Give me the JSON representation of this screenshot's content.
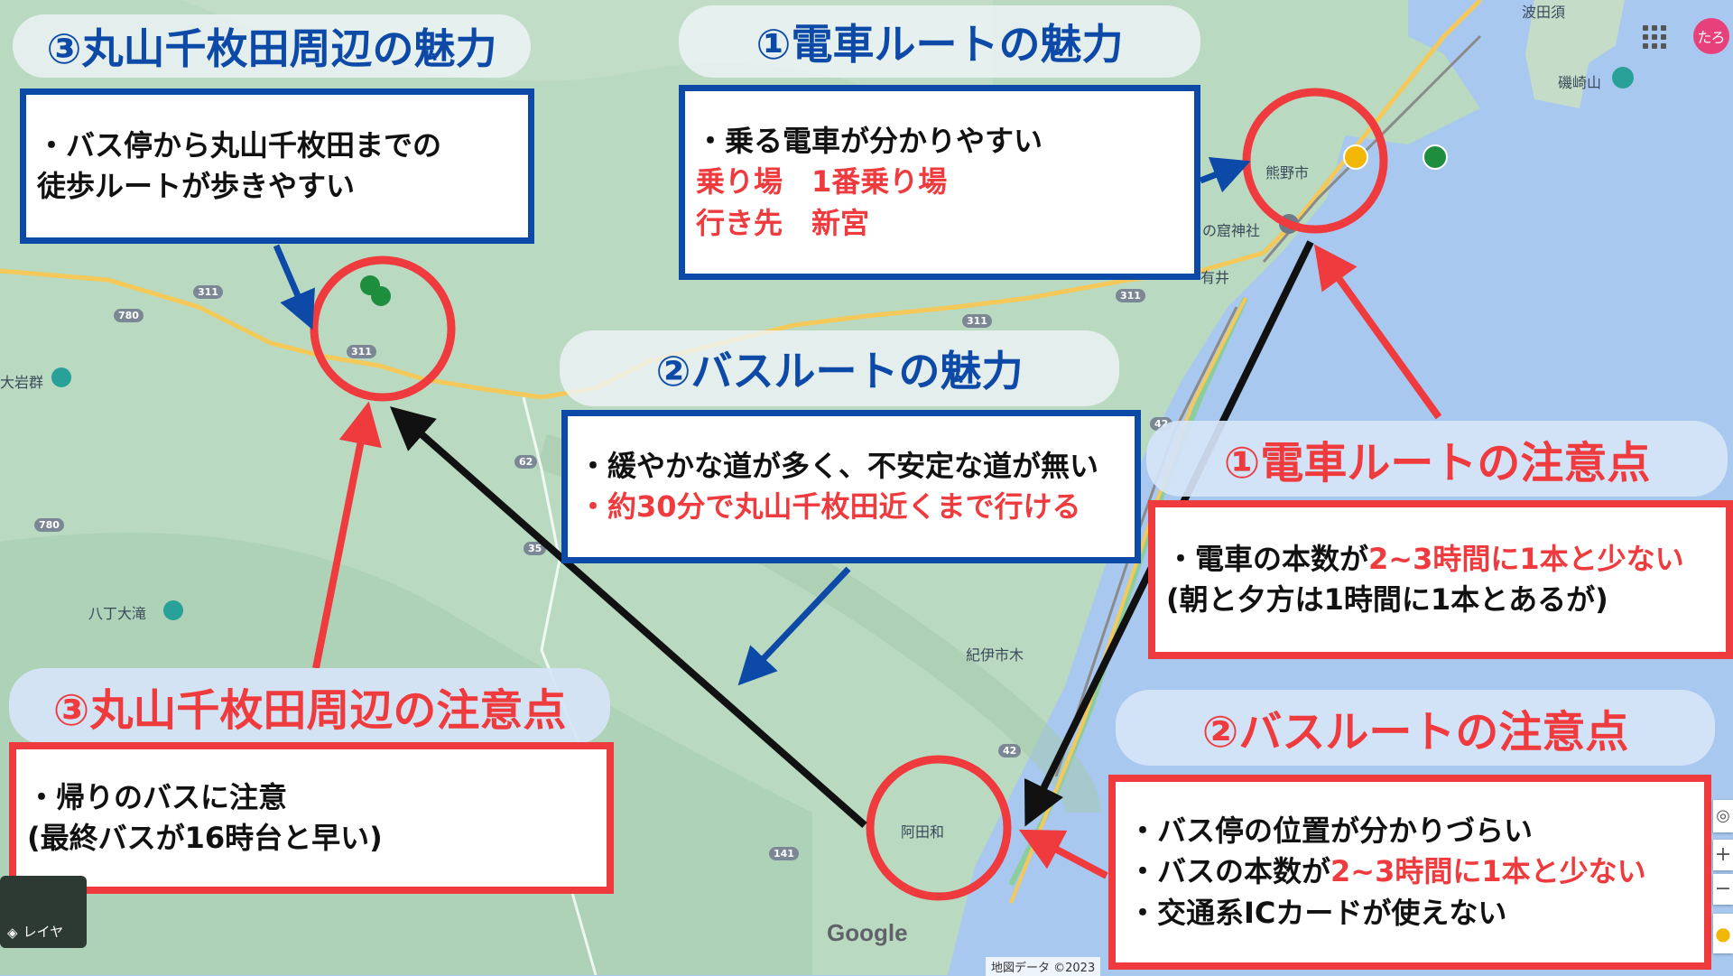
{
  "headers": {
    "h1_charm": "①電車ルートの魅力",
    "h2_charm": "②バスルートの魅力",
    "h3_charm": "③丸山千枚田周辺の魅力",
    "h1_caution": "①電車ルートの注意点",
    "h2_caution": "②バスルートの注意点",
    "h3_caution": "③丸山千枚田周辺の注意点"
  },
  "boxes": {
    "train_charm": {
      "line1": "・乗る電車が分かりやすい",
      "line2": "乗り場　1番乗り場",
      "line3": "行き先　新宮"
    },
    "bus_charm": {
      "line1": "・緩やかな道が多く、不安定な道が無い",
      "line2": "・約30分で丸山千枚田近くまで行ける"
    },
    "area_charm": {
      "line1": "・バス停から丸山千枚田までの",
      "line2": "徒歩ルートが歩きやすい"
    },
    "train_caution": {
      "line1_prefix": "・電車の本数が",
      "line1_red": "2~3時間に1本と少ない",
      "line2": "(朝と夕方は1時間に1本とあるが)"
    },
    "bus_caution": {
      "line1": "・バス停の位置が分かりづらい",
      "line2_prefix": "・バスの本数が",
      "line2_red": "2~3時間に1本と少ない",
      "line3": "・交通系ICカードが使えない"
    },
    "area_caution": {
      "line1": "・帰りのバスに注意",
      "line2": "(最終バスが16時台と早い)"
    }
  },
  "map": {
    "labels": {
      "kumano": "熊野市",
      "shrine": "の窟神社",
      "arii": "有井",
      "kiikimoto": "紀伊市木",
      "atawa": "阿田和",
      "hatcho": "八丁大滝",
      "oiwa": "大岩群",
      "isozaki": "磯崎山",
      "hadasu": "波田須",
      "google": "Google",
      "copyright": "地図データ ©2023",
      "layer": "レイヤ"
    },
    "routes": [
      "311",
      "311",
      "311",
      "311",
      "780",
      "780",
      "62",
      "35",
      "42",
      "42",
      "141"
    ],
    "avatar": "たろ",
    "colors": {
      "blue": "#0d4aa8",
      "red": "#ef3a3e",
      "land": "#b9d9c0",
      "sea": "#a9c8f0",
      "road": "#f4c95a"
    }
  }
}
